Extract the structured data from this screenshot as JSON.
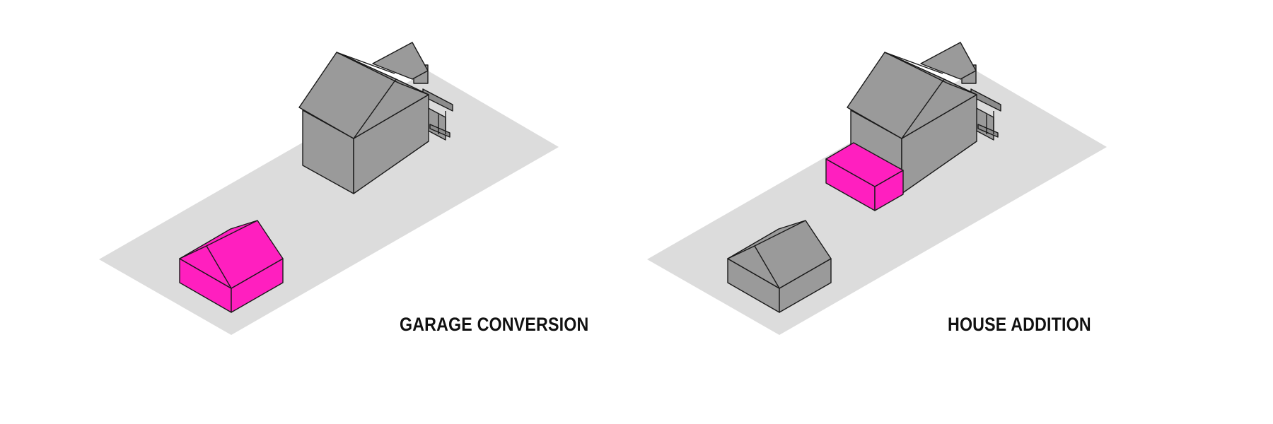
{
  "colors": {
    "highlight": "#ff1fbf",
    "building": "#9a9a9a",
    "building_dark": "#8c8c8c",
    "lot": "#dcdcdc",
    "background": "#ffffff"
  },
  "panels": [
    {
      "caption": "GARAGE CONVERSION",
      "highlighted": "garage"
    },
    {
      "caption": "HOUSE ADDITION",
      "highlighted": "addition"
    }
  ]
}
